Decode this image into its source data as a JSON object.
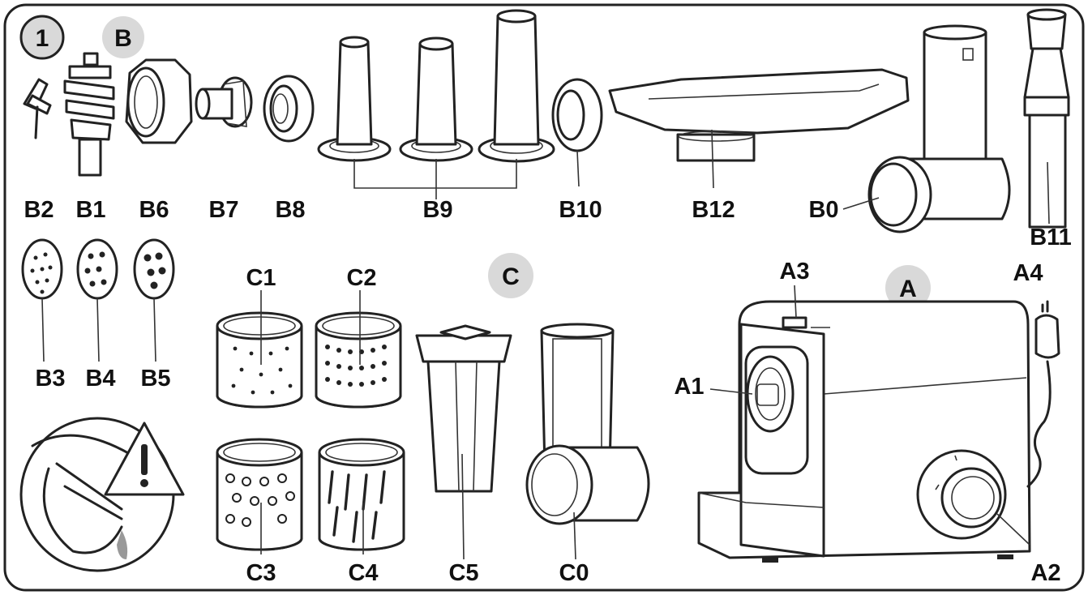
{
  "figure_number": "1",
  "groups": {
    "a": "A",
    "b": "B",
    "c": "C"
  },
  "labels": {
    "b2": "B2",
    "b1": "B1",
    "b6": "B6",
    "b7": "B7",
    "b8": "B8",
    "b9": "B9",
    "b10": "B10",
    "b12": "B12",
    "b0": "B0",
    "b11": "B11",
    "b3": "B3",
    "b4": "B4",
    "b5": "B5",
    "c1": "C1",
    "c2": "C2",
    "c3": "C3",
    "c4": "C4",
    "c5": "C5",
    "c0": "C0",
    "a1": "A1",
    "a2": "A2",
    "a3": "A3",
    "a4": "A4"
  },
  "colors": {
    "outline": "#222222",
    "badge_fill": "#d9d9d9",
    "background": "#ffffff"
  },
  "icons": {
    "warning": "warning-triangle-icon"
  }
}
